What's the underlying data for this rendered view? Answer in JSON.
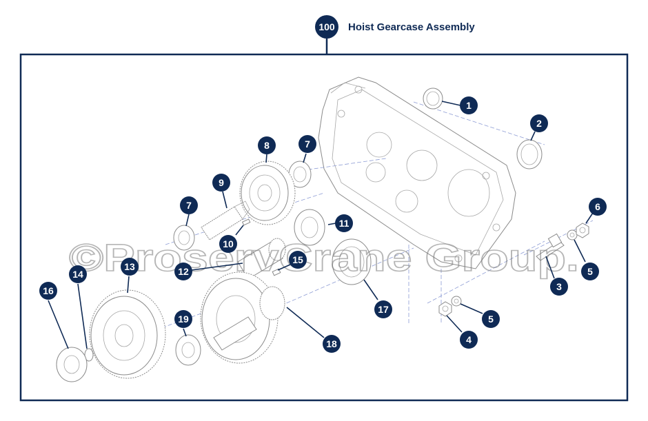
{
  "assembly": {
    "number": "100",
    "title": "Hoist Gearcase Assembly"
  },
  "watermark": "©ProservCrane Group.",
  "colors": {
    "navy": "#0f2a55",
    "line_art": "#8a8a8a",
    "axis_lines": "#8c9bd4"
  },
  "callouts": [
    {
      "label": "1"
    },
    {
      "label": "2"
    },
    {
      "label": "3"
    },
    {
      "label": "4"
    },
    {
      "label": "5"
    },
    {
      "label": "5"
    },
    {
      "label": "6"
    },
    {
      "label": "7"
    },
    {
      "label": "7"
    },
    {
      "label": "8"
    },
    {
      "label": "9"
    },
    {
      "label": "10"
    },
    {
      "label": "11"
    },
    {
      "label": "12"
    },
    {
      "label": "13"
    },
    {
      "label": "14"
    },
    {
      "label": "15"
    },
    {
      "label": "16"
    },
    {
      "label": "17"
    },
    {
      "label": "18"
    },
    {
      "label": "19"
    }
  ]
}
